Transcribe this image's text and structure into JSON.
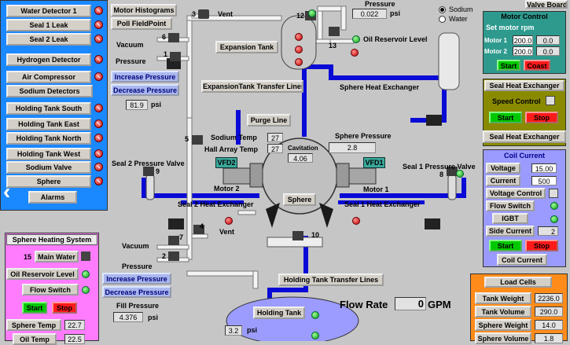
{
  "left_panel": {
    "buttons": [
      {
        "label": "Water Detector 1"
      },
      {
        "label": "Seal 1 Leak"
      },
      {
        "label": "Seal 2 Leak"
      },
      {
        "label": "Hydrogen Detector"
      },
      {
        "label": "Air Compressor"
      },
      {
        "label": "Sodium Detectors"
      },
      {
        "label": "Holding Tank South"
      },
      {
        "label": "Holding Tank East"
      },
      {
        "label": "Holding Tank North"
      },
      {
        "label": "Holding Tank West"
      },
      {
        "label": "Sodium Valve"
      },
      {
        "label": "Sphere"
      },
      {
        "label": "Alarms"
      }
    ]
  },
  "top": {
    "motor_histograms": "Motor Histograms",
    "poll_fieldpoint": "Poll FieldPoint",
    "expansion_tank": "Expansion Tank",
    "expansion_transfer": "ExpansionTank Transfer Lines",
    "purge_line": "Purge Line",
    "pressure_label": "Pressure",
    "pressure_value": "0.022",
    "pressure_unit": "psi",
    "oil_reservoir_level": "Oil Reservoir Level",
    "sphere_heat_exchanger": "Sphere Heat Exchanger",
    "vent_label": "Vent",
    "vent_num": "3",
    "num_12": "12",
    "num_13": "13",
    "num_6": "6",
    "num_1": "1",
    "vacuum": "Vacuum",
    "pressure_line": "Pressure",
    "increase_pressure": "Increase Pressure",
    "decrease_pressure": "Decrease Pressure",
    "upper_psi_value": "81.9",
    "upper_psi_unit": "psi"
  },
  "radio": {
    "sodium": "Sodium",
    "water": "Water",
    "valve_board": "Valve Board"
  },
  "motor_control": {
    "title": "Motor Control",
    "set_rpm": "Set motor rpm",
    "motor1_label": "Motor 1",
    "motor1_set": "200.0",
    "motor1_actual": "0.0",
    "motor2_label": "Motor 2",
    "motor2_set": "200.0",
    "motor2_actual": "0.0",
    "start": "Start",
    "coast": "Coast"
  },
  "seal_hx_panel": {
    "title": "Seal Heat Exchanger",
    "speed_control": "Speed Control",
    "start": "Start",
    "stop": "Stop",
    "bottom_btn": "Seal Heat Exchanger"
  },
  "center": {
    "sodium_temp_label": "Sodium Temp",
    "sodium_temp_value": "27",
    "hall_array_label": "Hall Array Temp",
    "hall_array_value": "27",
    "sphere_pressure_label": "Sphere Pressure",
    "sphere_pressure_value": "2.8",
    "cavitation_label": "Cavitation",
    "cavitation_value": "4.06",
    "sphere_btn": "Sphere",
    "vfd2": "VFD2",
    "vfd1": "VFD1",
    "motor2": "Motor 2",
    "motor1": "Motor 1",
    "seal2_pressure_valve": "Seal 2 Pressure Valve",
    "seal1_pressure_valve": "Seal 1 Pressure Valve",
    "seal2_hx": "Seal 2 Heat Exchanger",
    "seal1_hx": "Seal 1 Heat Exchanger",
    "num_5": "5",
    "num_7": "7",
    "num_9": "9",
    "num_8": "8",
    "num_10": "10",
    "num_4": "4",
    "num_2": "2"
  },
  "lower": {
    "vacuum": "Vacuum",
    "pressure": "Pressure",
    "vent": "Vent",
    "increase_pressure": "Increase Pressure",
    "decrease_pressure": "Decrease Pressure",
    "fill_pressure_label": "Fill Pressure",
    "fill_pressure_value": "4.376",
    "fill_pressure_unit": "psi",
    "holding_transfer": "Holding Tank Transfer Lines",
    "flow_rate_label": "Flow Rate",
    "flow_rate_value": "0",
    "flow_rate_unit": "GPM",
    "holding_tank": "Holding Tank",
    "holding_value": "3.2",
    "holding_unit": "psi"
  },
  "sphere_heating": {
    "title": "Sphere Heating System",
    "main_water_num": "15",
    "main_water": "Main Water",
    "oil_reservoir_level": "Oil Reservoir Level",
    "flow_switch": "Flow Switch",
    "start": "Start",
    "stop": "Stop",
    "sphere_temp_label": "Sphere Temp",
    "sphere_temp_value": "22.7",
    "oil_temp_label": "Oil Temp",
    "oil_temp_value": "22.5"
  },
  "coil_current": {
    "title": "Coil Current",
    "voltage_label": "Voltage",
    "voltage_value": "15.00",
    "current_label": "Current",
    "current_value": "500",
    "voltage_control": "Voltage Control",
    "flow_switch": "Flow Switch",
    "igbt": "IGBT",
    "side_current_label": "Side Current",
    "side_current_value": "2",
    "start": "Start",
    "stop": "Stop",
    "coil_current_btn": "Coil Current"
  },
  "load_cells": {
    "title": "Load Cells",
    "rows": [
      {
        "label": "Tank Weight",
        "value": "2236.0"
      },
      {
        "label": "Tank Volume",
        "value": "290.0"
      },
      {
        "label": "Sphere Weight",
        "value": "14.0"
      },
      {
        "label": "Sphere Volume",
        "value": "1.8"
      }
    ]
  },
  "colors": {
    "background": "#c6c6c6",
    "pipe_blue": "#0a0ad6",
    "left_panel": "#1a88ff",
    "motor_panel": "#2e9a8e",
    "seal_panel": "#8a8a00",
    "coil_panel": "#9a9aff",
    "load_panel": "#ff8c1a",
    "heating_panel": "#ff7cff"
  }
}
